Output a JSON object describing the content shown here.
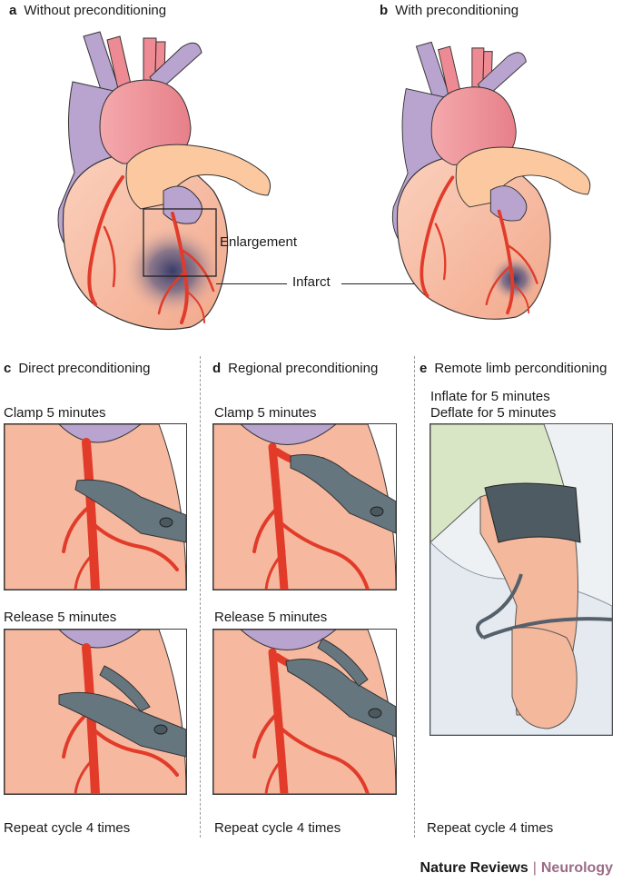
{
  "panels": {
    "a": {
      "letter": "a",
      "title": "Without preconditioning"
    },
    "b": {
      "letter": "b",
      "title": "With preconditioning"
    },
    "c": {
      "letter": "c",
      "title": "Direct preconditioning",
      "clamp": "Clamp 5 minutes",
      "release": "Release 5 minutes",
      "repeat": "Repeat cycle 4 times"
    },
    "d": {
      "letter": "d",
      "title": "Regional preconditioning",
      "clamp": "Clamp 5 minutes",
      "release": "Release 5 minutes",
      "repeat": "Repeat cycle 4 times"
    },
    "e": {
      "letter": "e",
      "title": "Remote limb perconditioning",
      "inflate": "Inflate for 5 minutes",
      "deflate": "Deflate for 5 minutes",
      "repeat": "Repeat cycle 4 times"
    }
  },
  "annotations": {
    "enlargement": "Enlargement",
    "infarct": "Infarct"
  },
  "footer": {
    "publisher": "Nature Reviews",
    "journal": "Neurology"
  },
  "colors": {
    "heart": "#f6b9a0",
    "vein": "#b9a3cf",
    "artery_pink": "#ee8a93",
    "coronary": "#e23b2a",
    "infarct": "#3b3f6e",
    "clamp": "#66767f",
    "sleeve": "#d9e6c6",
    "cuff": "#4f5b63",
    "skin": "#f4b89c"
  }
}
